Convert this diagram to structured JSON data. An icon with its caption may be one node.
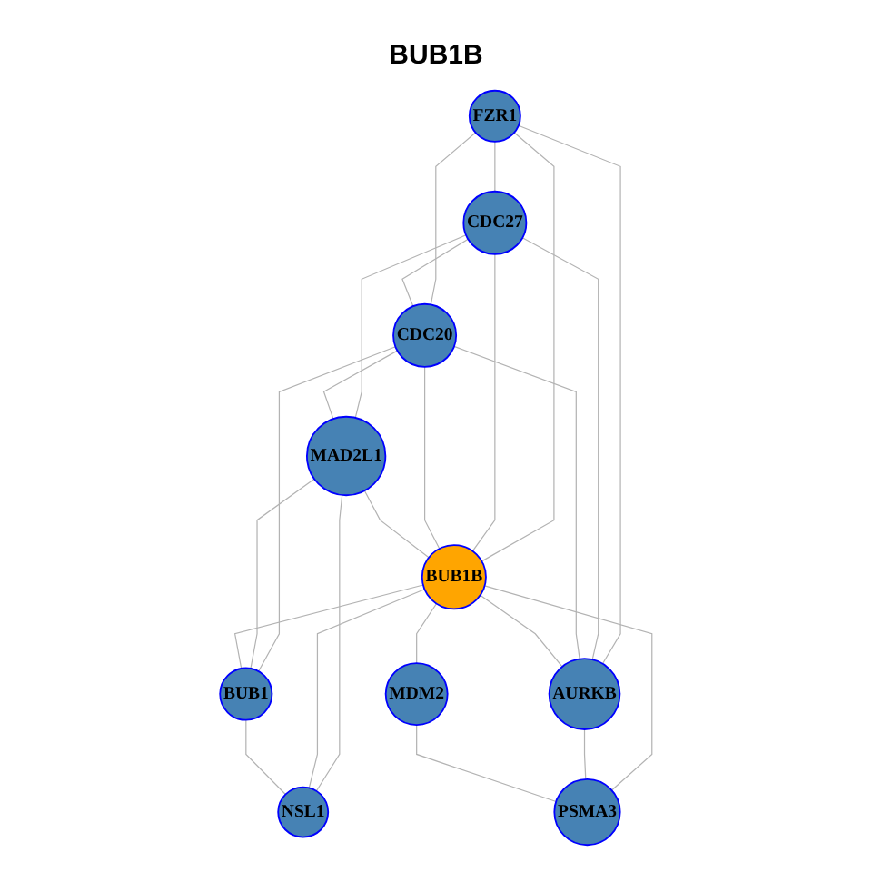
{
  "diagram": {
    "title": "BUB1B",
    "nodes": [
      {
        "text": [
          "FZR1"
        ]
      },
      {
        "text": [
          "CDC27"
        ]
      },
      {
        "text": [
          "CDC20"
        ]
      },
      {
        "text": [
          "AURKB"
        ]
      },
      {
        "text": [
          "MAD2L1"
        ]
      },
      {
        "text": [
          "BUB1B"
        ]
      },
      {
        "text": [
          "MDM2"
        ]
      },
      {
        "text": [
          "PSMA3"
        ]
      },
      {
        "text": [
          "BUB1"
        ]
      },
      {
        "text": [
          "NSL1"
        ]
      }
    ],
    "edges": [
      {
        "from": 0,
        "to": 1,
        "arrow": "none"
      },
      {
        "from": 0,
        "to": 2,
        "arrow": "none"
      },
      {
        "from": 0,
        "to": 5,
        "arrow": "none"
      },
      {
        "from": 0,
        "to": 3,
        "arrow": "none"
      },
      {
        "from": 1,
        "to": 4,
        "arrow": "none"
      },
      {
        "from": 1,
        "to": 2,
        "arrow": "none"
      },
      {
        "from": 1,
        "to": 5,
        "arrow": "none"
      },
      {
        "from": 1,
        "to": 3,
        "arrow": "none"
      },
      {
        "from": 2,
        "to": 3,
        "arrow": "none"
      },
      {
        "from": 2,
        "to": 4,
        "arrow": "none"
      },
      {
        "from": 2,
        "to": 5,
        "arrow": "none"
      },
      {
        "from": 2,
        "to": 8,
        "arrow": "none"
      },
      {
        "from": 4,
        "to": 5,
        "arrow": "none"
      },
      {
        "from": 4,
        "to": 8,
        "arrow": "none"
      },
      {
        "from": 4,
        "to": 9,
        "arrow": "none"
      },
      {
        "from": 5,
        "to": 8,
        "arrow": "none"
      },
      {
        "from": 5,
        "to": 9,
        "arrow": "none"
      },
      {
        "from": 5,
        "to": 3,
        "arrow": "none"
      },
      {
        "from": 5,
        "to": 6,
        "arrow": "none"
      },
      {
        "from": 5,
        "to": 7,
        "arrow": "none"
      },
      {
        "from": 3,
        "to": 7,
        "arrow": "none"
      },
      {
        "from": 6,
        "to": 7,
        "arrow": "none"
      },
      {
        "from": 8,
        "to": 9,
        "arrow": "none"
      }
    ]
  }
}
